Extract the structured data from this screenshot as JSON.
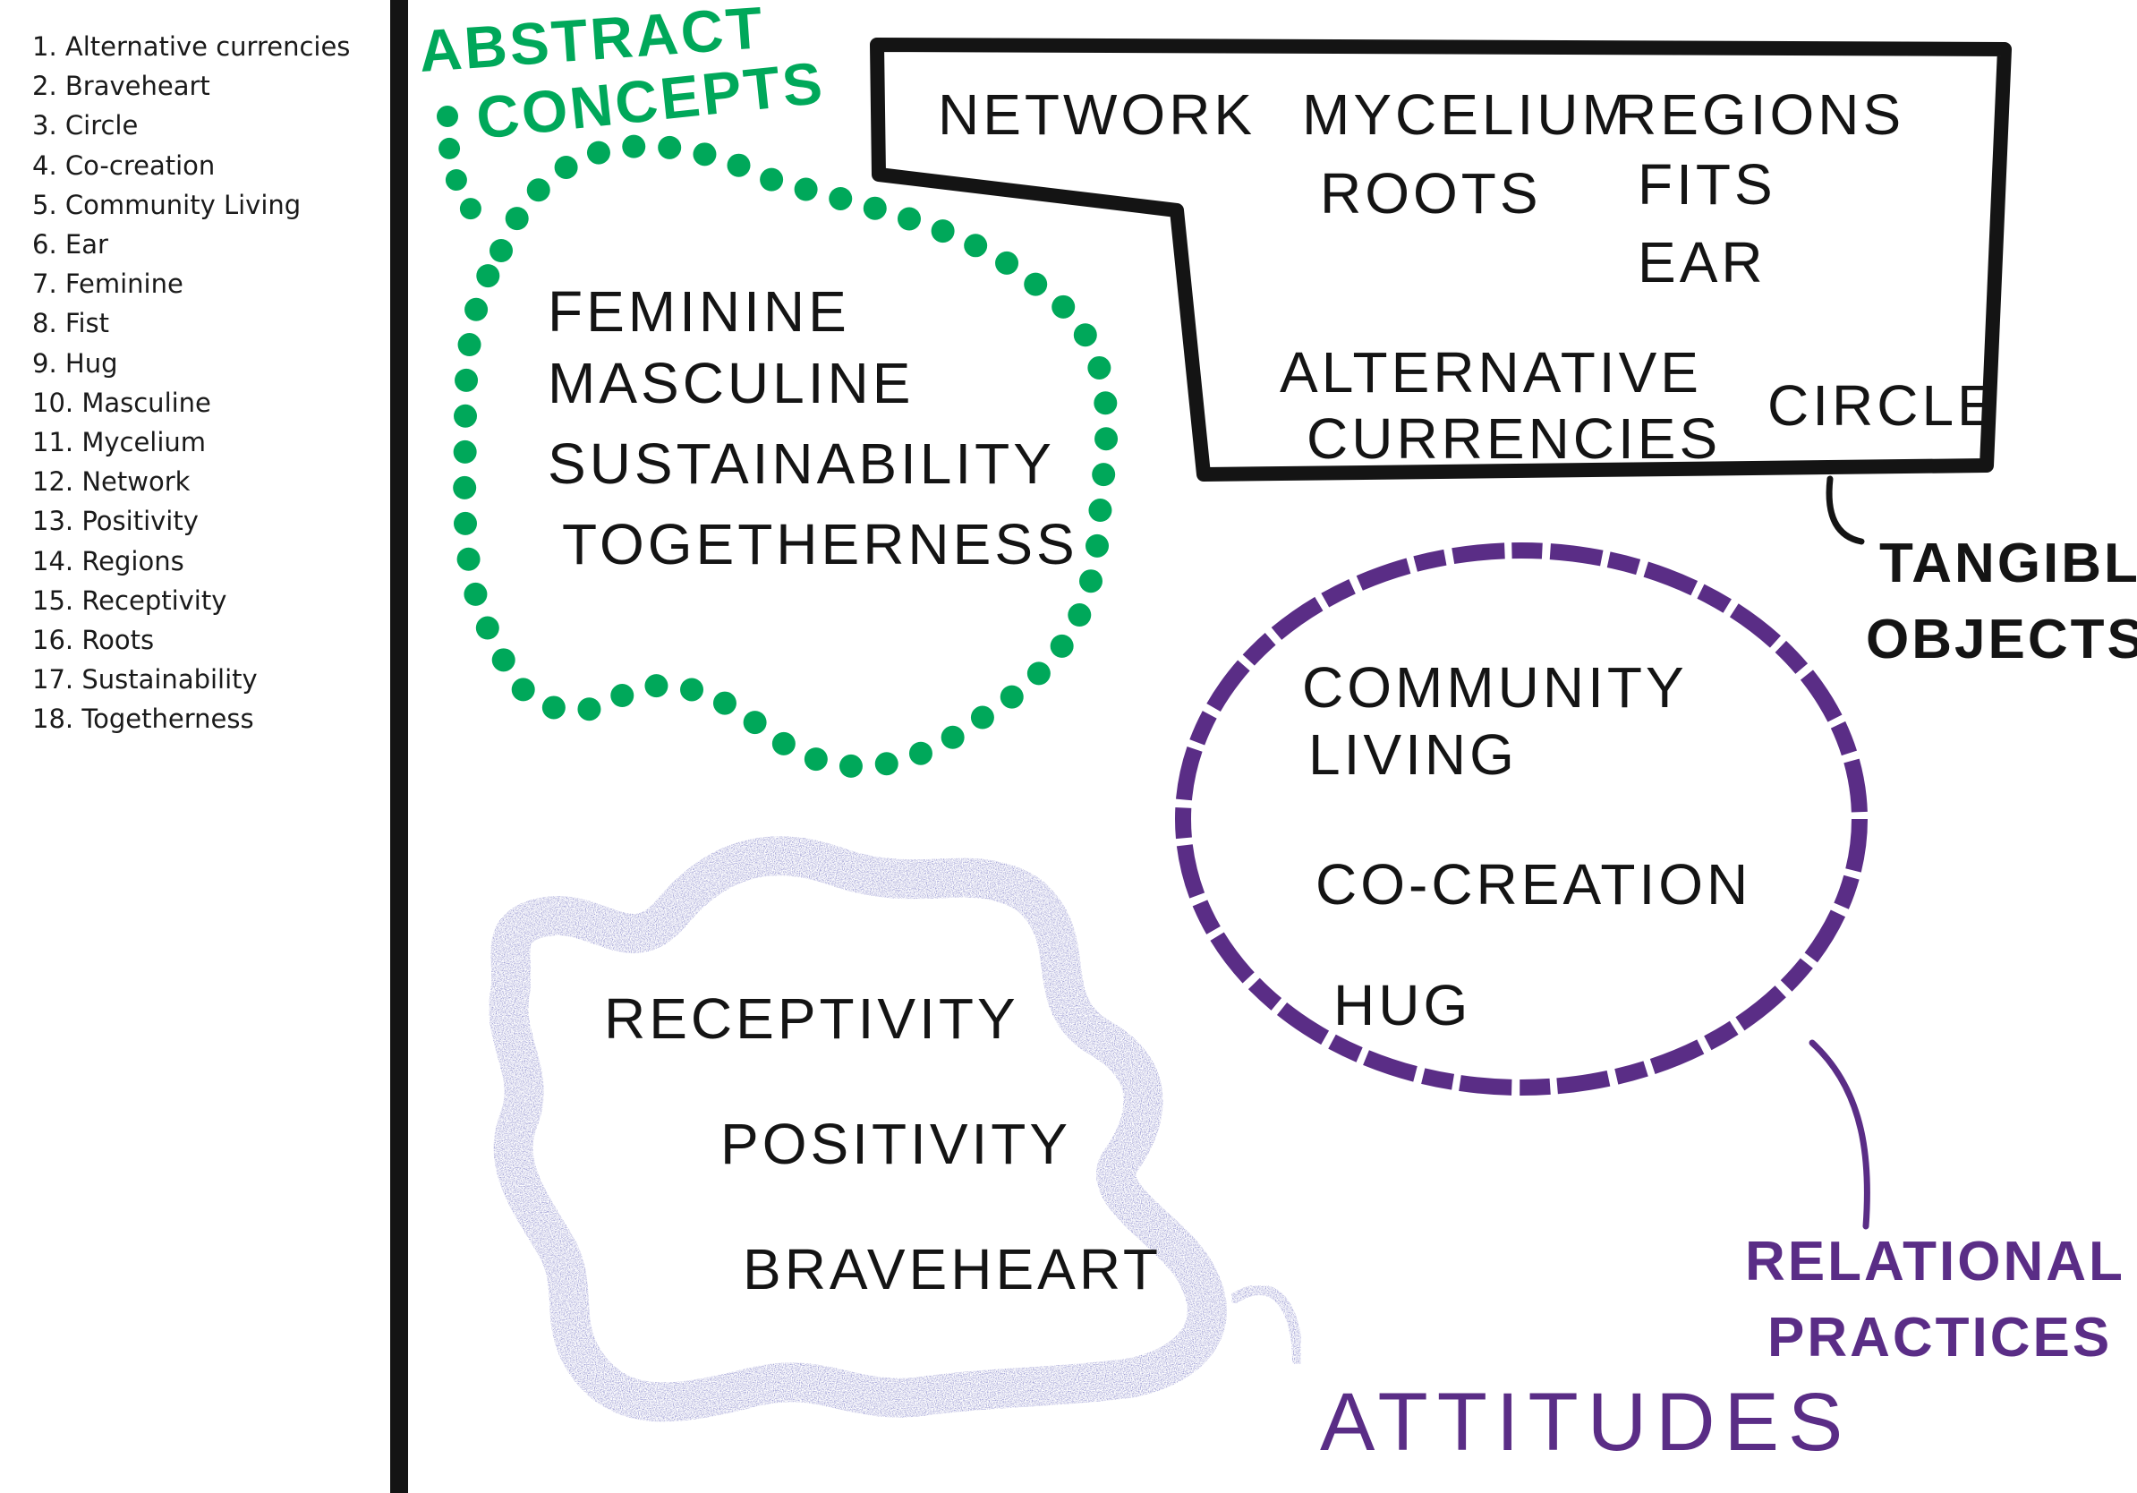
{
  "index": [
    "1. Alternative currencies",
    "2. Braveheart",
    "3. Circle",
    "4. Co-creation",
    "5. Community Living",
    "6. Ear",
    "7. Feminine",
    "8. Fist",
    "9. Hug",
    "10. Masculine",
    "11. Mycelium",
    "12. Network",
    "13. Positivity",
    "14. Regions",
    "15. Receptivity",
    "16. Roots",
    "17. Sustainability",
    "18. Togetherness"
  ],
  "abstract": {
    "label_1": "ABSTRACT",
    "label_2": "CONCEPTS",
    "color": "#00a85a",
    "words": [
      "FEMININE",
      "MASCULINE",
      "SUSTAINABILITY",
      "TOGETHERNESS"
    ]
  },
  "tangible": {
    "label_1": "TANGIBLE",
    "label_2": "OBJECTS",
    "color": "#141414",
    "network": "NETWORK",
    "mycelium": "MYCELIUM",
    "regions": "REGIONS",
    "roots": "ROOTS",
    "fits": "FITS",
    "ear": "EAR",
    "alt_1": "ALTERNATIVE",
    "alt_2": "CURRENCIES",
    "circle": "CIRCLE"
  },
  "relational": {
    "label_1": "RELATIONAL",
    "label_2": "PRACTICES",
    "color": "#5a2d86",
    "community_1": "COMMUNITY",
    "community_2": "LIVING",
    "cocreation": "CO-CREATION",
    "hug": "HUG"
  },
  "attitudes": {
    "label": "ATTITUDES",
    "color": "#5a2d86",
    "words": [
      "RECEPTIVITY",
      "POSITIVITY",
      "BRAVEHEART"
    ]
  }
}
